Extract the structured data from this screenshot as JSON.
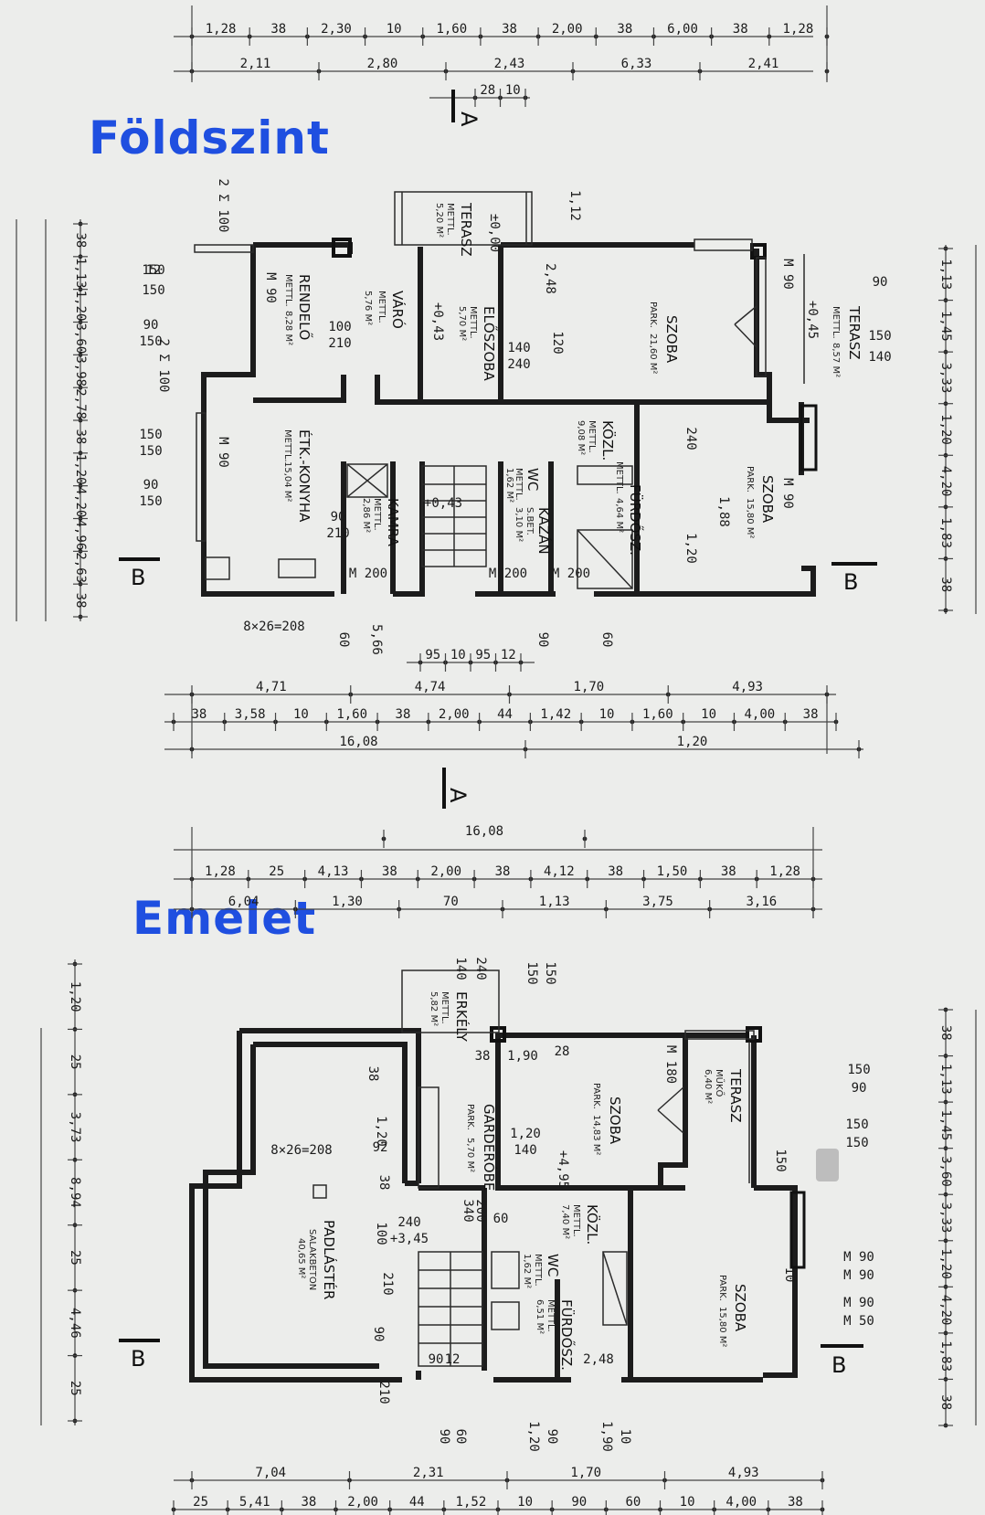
{
  "titles": {
    "ground": "Földszint",
    "upper": "Emelet"
  },
  "colors": {
    "title": "#1f4fe0",
    "paper": "#ecedeb",
    "ink": "#1c1c1c"
  },
  "sections": {
    "a": "A",
    "b": "B"
  },
  "ground_floor": {
    "rooms": [
      {
        "name": "RENDELŐ",
        "floor": "METTL.",
        "area": "8,28 M²"
      },
      {
        "name": "VÁRÓ",
        "floor": "METTL.",
        "area": "5,76 M²"
      },
      {
        "name": "TERASZ",
        "floor": "METTL.",
        "area": "5,20 M²"
      },
      {
        "name": "ELŐSZOBA",
        "floor": "METTL.",
        "area": "5,70 M²"
      },
      {
        "name": "SZOBA",
        "floor": "PARK.",
        "area": "21,60 M²"
      },
      {
        "name": "TERASZ",
        "floor": "METTL.",
        "area": "8,57 M²"
      },
      {
        "name": "ÉTK.-KONYHA",
        "floor": "METTL.",
        "area": "15,04 M²"
      },
      {
        "name": "KAMRA",
        "floor": "METTL.",
        "area": "2,86 M²"
      },
      {
        "name": "WC",
        "floor": "METTL.",
        "area": "1,62 M²"
      },
      {
        "name": "KAZÁN",
        "floor": "S.BET.",
        "area": "3,10 M²"
      },
      {
        "name": "KÖZL.",
        "floor": "METTL.",
        "area": "9,08 M²"
      },
      {
        "name": "FÜRDŐSZ.",
        "floor": "METTL.",
        "area": "4,64 M²"
      },
      {
        "name": "SZOBA",
        "floor": "PARK.",
        "area": "15,80 M²"
      }
    ],
    "top_dims": {
      "row1": [
        "1,28",
        "38",
        "2,30",
        "10",
        "1,60",
        "38",
        "2,00",
        "38",
        "6,00",
        "38",
        "1,28"
      ],
      "row2": [
        "2,11",
        "2,80",
        "2,43",
        "6,33",
        "2,41"
      ],
      "row3": [
        "28",
        "10"
      ]
    },
    "bottom_dims": {
      "row1": [
        "95",
        "10",
        "95",
        "12"
      ],
      "row2": [
        "4,71",
        "4,74",
        "1,70",
        "4,93"
      ],
      "row3": [
        "38",
        "3,58",
        "10",
        "1,60",
        "38",
        "2,00",
        "44",
        "1,42",
        "10",
        "1,60",
        "10",
        "4,00",
        "38"
      ],
      "row4": [
        "16,08",
        "1,20"
      ]
    },
    "left_dims": [
      "38",
      "1,13",
      "1,20",
      "3,60",
      "3,98",
      "2,78",
      "38",
      "1,20",
      "4,20",
      "4,96",
      "2,63",
      "38"
    ],
    "right_dims": [
      "1,13",
      "1,45",
      "3,33",
      "1,20",
      "4,20",
      "1,83",
      "38"
    ],
    "labels": [
      "150",
      "150",
      "90",
      "150",
      "150",
      "150",
      "90",
      "150",
      "2 Σ 100",
      "2 Σ 100",
      "M 90",
      "M 90",
      "M 200",
      "M 200",
      "M 200",
      "M 90",
      "M 90",
      "100",
      "210",
      "90",
      "210",
      "140",
      "240",
      "120",
      "2,48",
      "1,12",
      "±0,00",
      "+0,43",
      "+0,45",
      "+0,43",
      "8×26=208",
      "5,66",
      "60",
      "90",
      "60",
      "90",
      "150",
      "140",
      "240",
      "1,20",
      "1,88",
      "12"
    ]
  },
  "upper_floor": {
    "rooms": [
      {
        "name": "ERKÉLY",
        "floor": "METTL.",
        "area": "5,82 M²"
      },
      {
        "name": "SZOBA",
        "floor": "PARK.",
        "area": "14,83 M²"
      },
      {
        "name": "TERASZ",
        "floor": "MŰKŐ",
        "area": "6,40 M²"
      },
      {
        "name": "GARDERÓBE",
        "floor": "PARK.",
        "area": "5,70 M²"
      },
      {
        "name": "PADLÁSTÉR",
        "floor": "SALAKBETON",
        "area": "40,65 M²"
      },
      {
        "name": "KÖZL.",
        "floor": "METTL.",
        "area": "7,40 M²"
      },
      {
        "name": "WC",
        "floor": "METTL.",
        "area": "1,62 M²"
      },
      {
        "name": "FÜRDŐSZ.",
        "floor": "METTL.",
        "area": "6,51 M²"
      },
      {
        "name": "SZOBA",
        "floor": "PARK.",
        "area": "15,80 M²"
      }
    ],
    "top_dims": {
      "row0": [
        "16,08"
      ],
      "row1": [
        "1,28",
        "25",
        "4,13",
        "38",
        "2,00",
        "38",
        "4,12",
        "38",
        "1,50",
        "38",
        "1,28"
      ],
      "row2": [
        "6,04",
        "1,30",
        "70",
        "1,13",
        "3,75",
        "3,16"
      ]
    },
    "bottom_dims": {
      "row1": [
        "7,04",
        "2,31",
        "1,70",
        "4,93"
      ],
      "row2": [
        "25",
        "5,41",
        "38",
        "2,00",
        "44",
        "1,52",
        "10",
        "90",
        "60",
        "10",
        "4,00",
        "38"
      ]
    },
    "left_dims": [
      "1,20",
      "25",
      "3,73",
      "8,94",
      "25",
      "4,46",
      "25"
    ],
    "right_dims": [
      "38",
      "1,13",
      "1,45",
      "3,60",
      "3,33",
      "1,20",
      "4,20",
      "1,83",
      "38"
    ],
    "labels": [
      "150",
      "150",
      "140",
      "240",
      "150",
      "90",
      "150",
      "150",
      "150",
      "M 90",
      "M 90",
      "M 90",
      "M 50",
      "M 180",
      "28",
      "10",
      "12",
      "2,48",
      "38",
      "1,90",
      "38",
      "1,20",
      "8×26=208",
      "92",
      "38",
      "100",
      "210",
      "90",
      "210",
      "1,20",
      "140",
      "240",
      "+3,45",
      "+4,95",
      "200",
      "340",
      "60",
      "90",
      "60",
      "90",
      "1,20",
      "90",
      "1,90",
      "10"
    ]
  }
}
